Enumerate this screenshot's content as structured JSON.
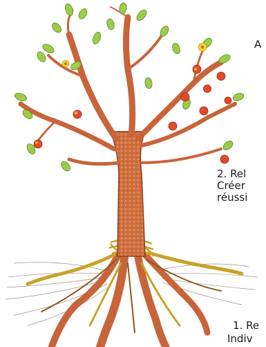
{
  "texts": {
    "top_fragment": "A",
    "relations_title": "2. Rel",
    "relations_line1": "Créer",
    "relations_line2": "réussi",
    "roots_title": "1. Re",
    "roots_line1": "Indiv"
  },
  "colors": {
    "trunk": "#c8643a",
    "trunk_texture": "#e69a6a",
    "roots_gold": "#c9a227",
    "roots_dark": "#8a5a1e",
    "leaf": "#9ccc4a",
    "leaf_dark": "#5d8a2a",
    "apple": "#e24a2a",
    "apple_highlight": "#f2b632",
    "flower": "#f5d231"
  }
}
